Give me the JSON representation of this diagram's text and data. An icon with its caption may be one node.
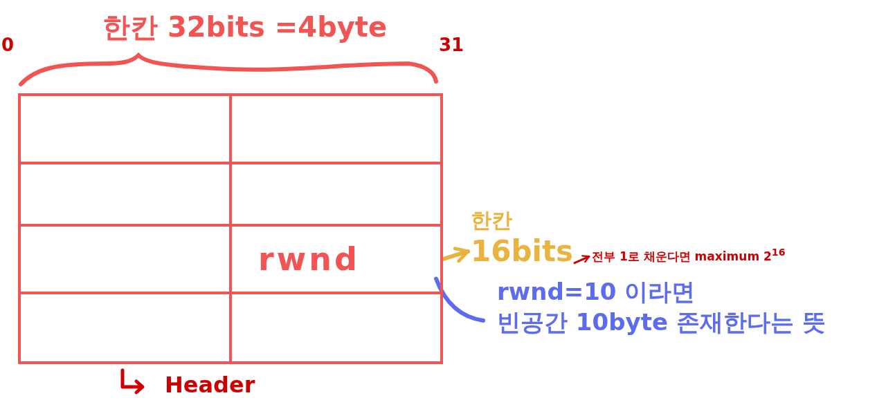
{
  "diagram": {
    "nodes": [
      {
        "text": [],
        "shape": "box"
      },
      {
        "text": [
          "rwnd"
        ],
        "in": 0
      },
      {
        "text": [
          "한칸",
          "16bits"
        ]
      },
      {
        "text": [
          "전부 1로 채운다면 maximum 2$^{16}$"
        ]
      },
      {
        "text": [
          "rwnd=10 이라면 빈공간 10byte 존재한다는 뜻"
        ]
      }
    ],
    "edges": [
      {
        "from": 1,
        "to": 2,
        "arrow": "to",
        "color": "#e8b33e"
      },
      {
        "from": 2,
        "to": 3,
        "arrow": "to",
        "color": "#cc0000"
      },
      {
        "from": 1,
        "to": 4,
        "arrow": "none",
        "color": "#5b6cf0"
      }
    ],
    "labels": [
      "한칸 32bits =4byte",
      "0",
      "31",
      "Header"
    ]
  }
}
